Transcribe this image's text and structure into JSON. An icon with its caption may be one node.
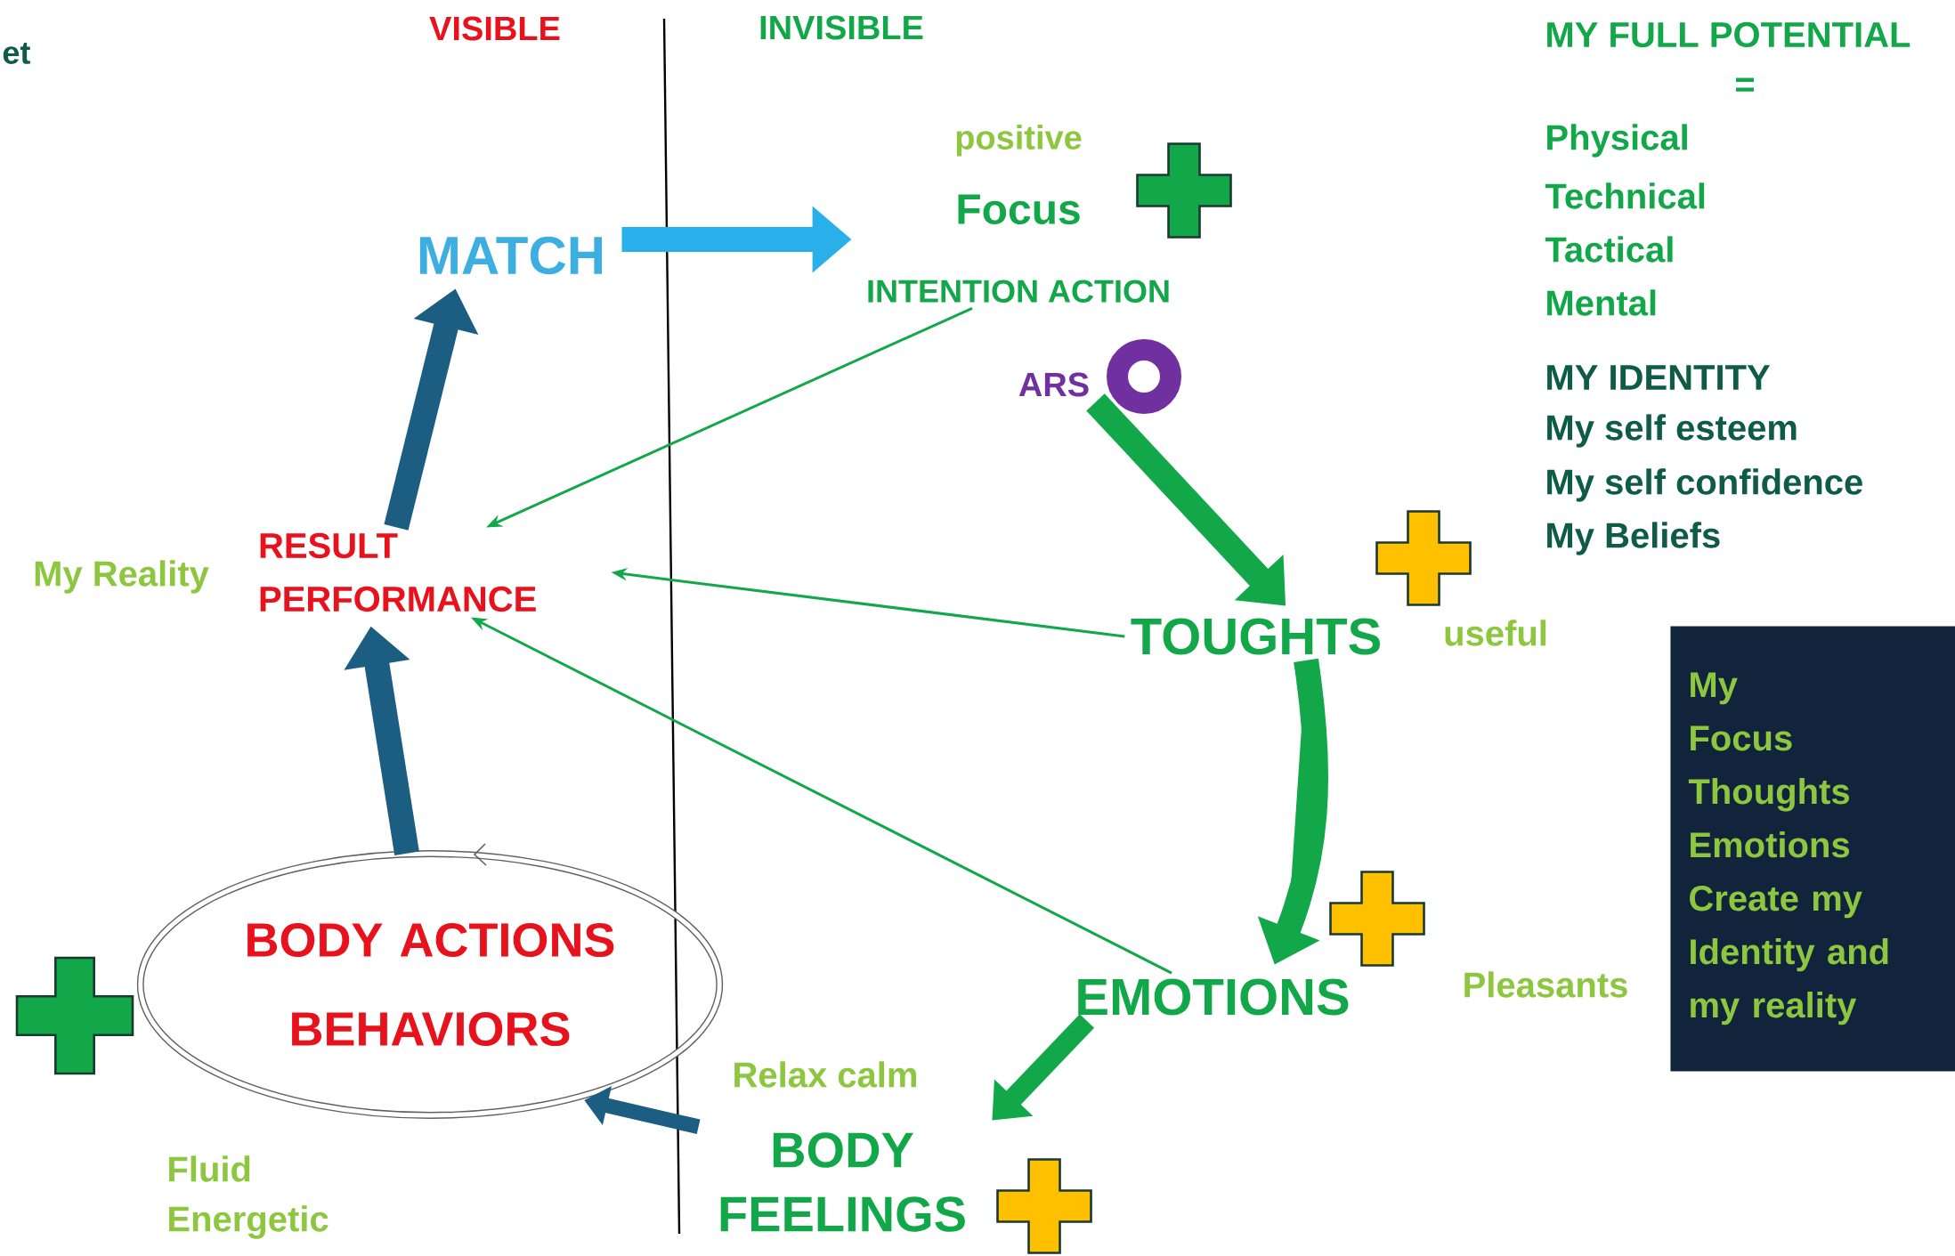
{
  "diagram": {
    "nodes": [
      {
        "text": [
          "MATCH"
        ]
      },
      {
        "text": [
          "positive",
          "Focus",
          "INTENTION ACTION"
        ]
      },
      {
        "text": [
          "ARS"
        ]
      },
      {
        "text": [
          "RESULT PERFORMANCE"
        ]
      },
      {
        "text": [
          "TOUGHTS"
        ],
        "beside": [
          "useful"
        ]
      },
      {
        "text": [
          "EMOTIONS"
        ]
      },
      {
        "text": [
          "BODY FEELINGS"
        ]
      },
      {
        "text": [
          "BODY ACTIONS BEHAVIORS"
        ]
      },
      {
        "text": [
          "My",
          "Focus",
          "Thoughts",
          "Emotions",
          "Create my Identity and my reality"
        ]
      }
    ],
    "edges": [
      {
        "from": 0,
        "to": 1,
        "arrow": "to",
        "color": "#29b0ea"
      },
      {
        "from": 1,
        "to": 3,
        "arrow": "to"
      },
      {
        "from": 4,
        "to": 3,
        "arrow": "to"
      },
      {
        "from": 5,
        "to": 3,
        "arrow": "to"
      },
      {
        "from": 2,
        "to": 4,
        "arrow": "to",
        "color": "#12a84a"
      },
      {
        "from": 4,
        "to": 5,
        "arrow": "to",
        "color": "#12a84a"
      },
      {
        "from": 5,
        "to": 6,
        "arrow": "to",
        "color": "#12a84a"
      },
      {
        "from": 6,
        "to": 7,
        "arrow": "to",
        "color": "#1b5e82"
      },
      {
        "from": 7,
        "to": 3,
        "arrow": "to",
        "color": "#1b5e82"
      },
      {
        "from": 3,
        "to": 0,
        "arrow": "to",
        "color": "#1b5e82"
      }
    ],
    "labels": [
      "et",
      "VISIBLE",
      "INVISIBLE",
      "My Reality",
      "MY FULL POTENTIAL",
      "=",
      "Physical",
      "Technical",
      "Tactical",
      "Mental",
      "MY IDENTITY",
      "My self esteem",
      "My self confidence",
      "My Beliefs",
      "Pleasants",
      "Relax calm",
      "Fluid",
      "Energetic"
    ]
  }
}
